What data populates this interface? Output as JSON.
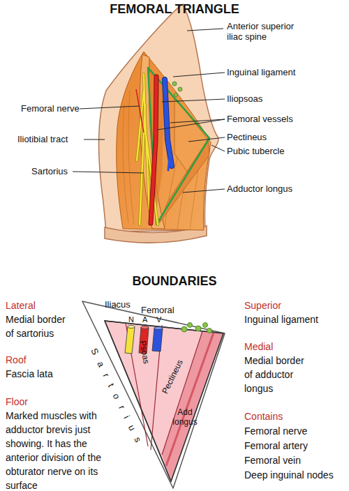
{
  "diagram": {
    "title": "FEMORAL TRIANGLE",
    "labels": [
      "Anterior superior iliac spine",
      "Inguinal ligament",
      "Femoral nerve",
      "Iliopsoas",
      "Femoral vessels",
      "Iliotibial tract",
      "Pectineus",
      "Pubic tubercle",
      "Sartorius",
      "Adductor longus",
      "BOUNDARIES",
      "Lateral",
      "Medial border of sartorius",
      "Roof",
      "Fascia lata",
      "Floor",
      "Marked muscles with adductor brevis just showing. It has the anterior division of the obturator nerve on its surface",
      "Iliacus",
      "Femoral",
      "N",
      "A",
      "V",
      "Psoas",
      "Pectineus",
      "Add longus",
      "Sartorius",
      "Superior",
      "Inguinal ligament",
      "Medial",
      "Medial border of adductor longus",
      "Contains",
      "Femoral nerve",
      "Femoral artery",
      "Femoral vein",
      "Deep inguinal nodes"
    ]
  }
}
